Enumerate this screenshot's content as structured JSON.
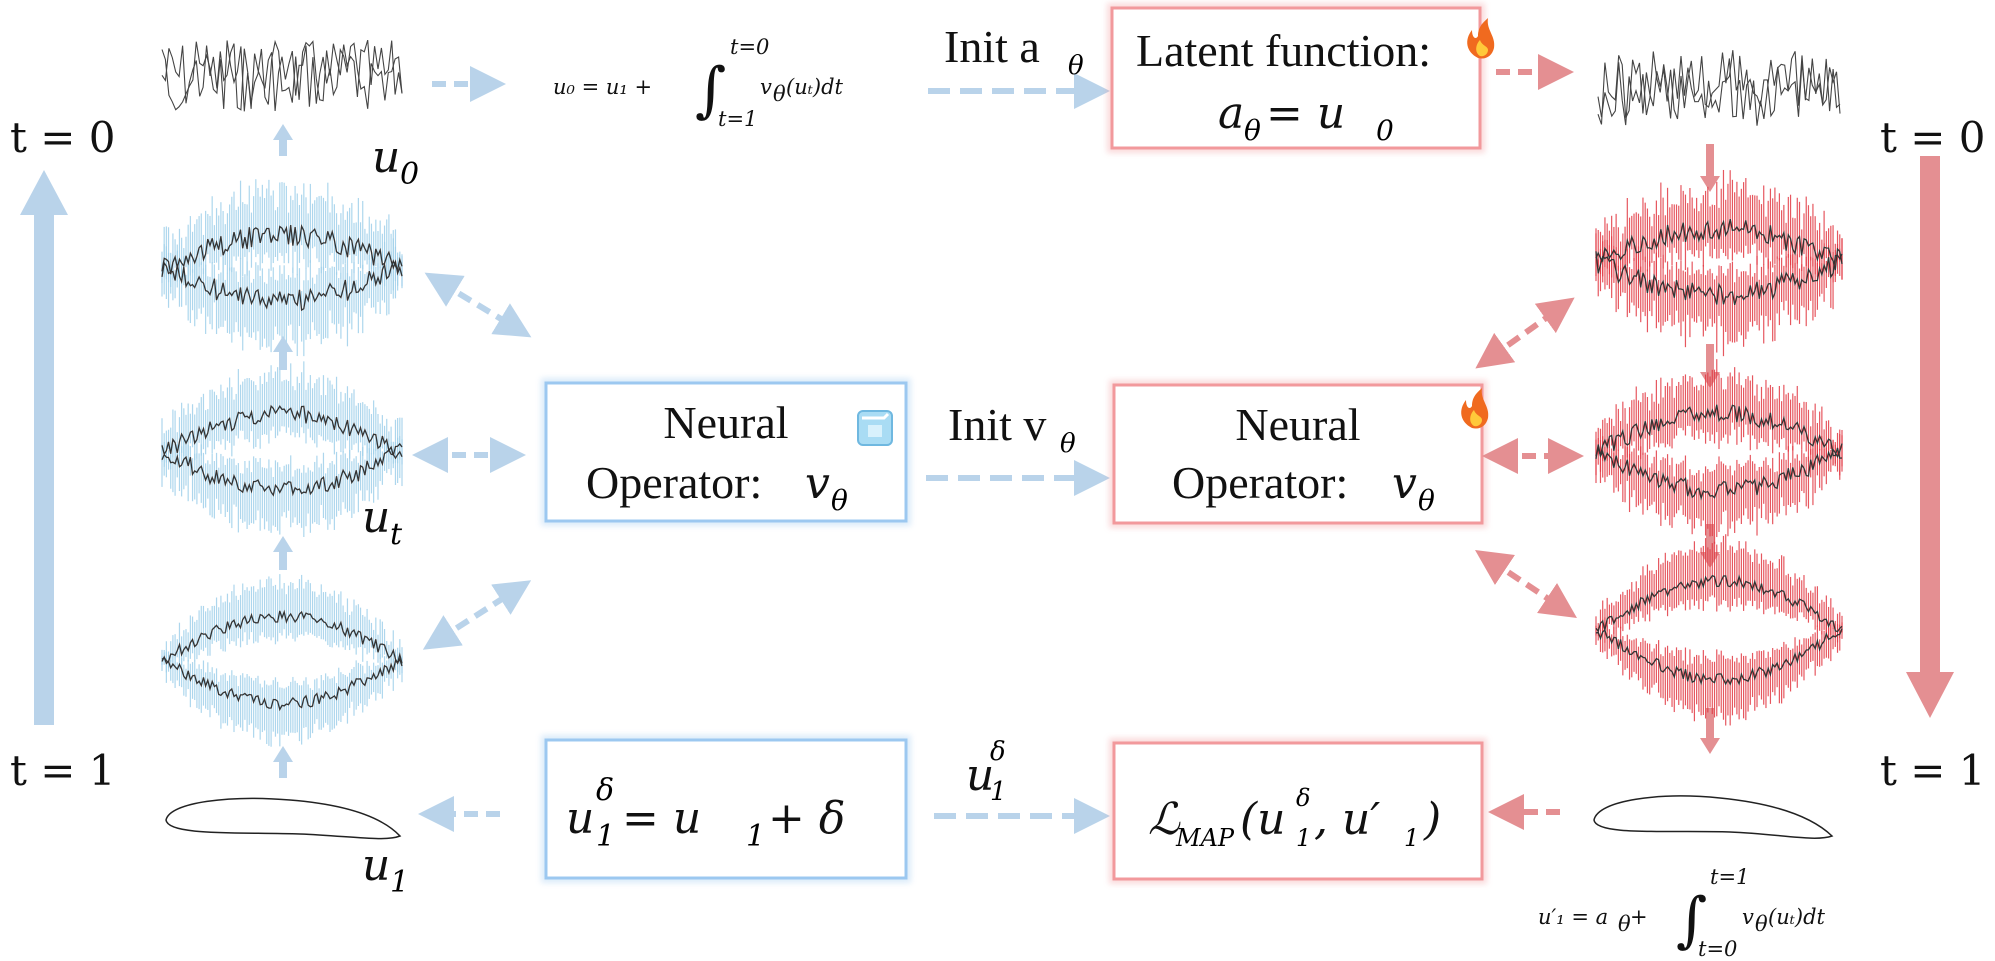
{
  "colors": {
    "blue_arrow": "#b9d3ea",
    "red_arrow": "#e48f92",
    "blue_box_border": "#9cc8f0",
    "red_box_border": "#f2999c",
    "blue_stripes": "#9fd0ea",
    "red_stripes": "#e23a44",
    "curve": "#333333"
  },
  "left": {
    "t0_label": "t = 0",
    "t1_label": "t = 1",
    "u0_label": "u",
    "u0_sub": "0",
    "ut_label": "u",
    "ut_sub": "t",
    "u1_label": "u",
    "u1_sub": "1"
  },
  "right": {
    "t0_label": "t = 0",
    "t1_label": "t = 1"
  },
  "formulas": {
    "top": {
      "lhs": "u₀ = u₁ + ",
      "upper": "t=0",
      "lower": "t=1",
      "integrand": "v",
      "theta": "θ",
      "tail": "(uₜ)dt"
    },
    "bottom": {
      "lhs": "u′₁ = a",
      "theta": "θ",
      "plus": " + ",
      "upper": "t=1",
      "lower": "t=0",
      "integrand": "v",
      "tail": "(uₜ)dt"
    }
  },
  "connectors": {
    "init_a": "Init a",
    "init_a_sub": "θ",
    "init_v": "Init v",
    "init_v_sub": "θ",
    "u1_delta": "u",
    "u1_delta_sup": "δ",
    "u1_delta_sub": "1"
  },
  "boxes": {
    "latent": {
      "line1": "Latent function:",
      "line2_a": "a",
      "line2_sub": "θ",
      "line2_rest": " = u",
      "line2_rest_sub": "0",
      "icon": "fire-icon"
    },
    "neural_blue": {
      "line1": "Neural",
      "line2": "Operator: ",
      "v": "v",
      "v_sub": "θ",
      "icon": "ice-cube-icon"
    },
    "neural_red": {
      "line1": "Neural",
      "line2": "Operator: ",
      "v": "v",
      "v_sub": "θ",
      "icon": "fire-icon"
    },
    "perturb": {
      "u": "u",
      "sup": "δ",
      "sub": "1",
      "rest": " = u",
      "rest_sub": "1",
      "plus": " + δ"
    },
    "loss": {
      "L": "ℒ",
      "L_sub": "MAP",
      "open": "(u",
      "a_sup": "δ",
      "a_sub": "1",
      "comma": ", u′",
      "b_sub": "1",
      "close": ")"
    }
  }
}
